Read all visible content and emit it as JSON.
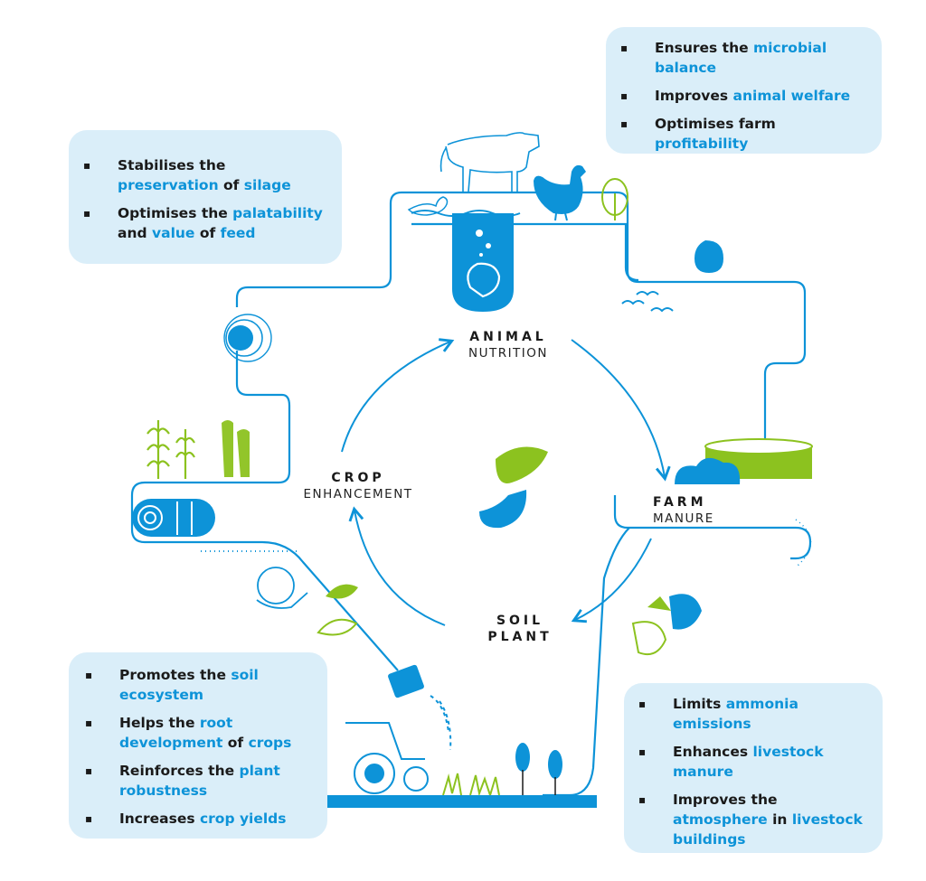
{
  "colors": {
    "blue": "#0d93d8",
    "green": "#8cc21f",
    "box": "#daeef9",
    "text": "#1a1a1a"
  },
  "boxes": {
    "animal_benefits": [
      [
        {
          "t": "Ensures the "
        },
        {
          "t": "microbial balance",
          "h": true
        }
      ],
      [
        {
          "t": "Improves "
        },
        {
          "t": "animal welfare",
          "h": true
        }
      ],
      [
        {
          "t": "Optimises farm "
        },
        {
          "t": "profitability",
          "h": true
        }
      ]
    ],
    "crop_benefits": [
      [
        {
          "t": "Stabilises the "
        },
        {
          "t": "preservation",
          "h": true
        },
        {
          "t": " of "
        },
        {
          "t": "silage",
          "h": true
        }
      ],
      [
        {
          "t": "Optimises the "
        },
        {
          "t": "palatability",
          "h": true
        },
        {
          "t": " and "
        },
        {
          "t": "value",
          "h": true
        },
        {
          "t": " of "
        },
        {
          "t": "feed",
          "h": true
        }
      ]
    ],
    "soil_benefits": [
      [
        {
          "t": "Promotes the "
        },
        {
          "t": "soil ecosystem",
          "h": true
        }
      ],
      [
        {
          "t": "Helps the "
        },
        {
          "t": "root development",
          "h": true
        },
        {
          "t": " of "
        },
        {
          "t": "crops",
          "h": true
        }
      ],
      [
        {
          "t": "Reinforces the "
        },
        {
          "t": "plant robustness",
          "h": true
        }
      ],
      [
        {
          "t": "Increases "
        },
        {
          "t": "crop yields",
          "h": true
        }
      ]
    ],
    "manure_benefits": [
      [
        {
          "t": "Limits "
        },
        {
          "t": "ammonia emissions",
          "h": true
        }
      ],
      [
        {
          "t": "Enhances "
        },
        {
          "t": "livestock manure",
          "h": true
        }
      ],
      [
        {
          "t": "Improves the "
        },
        {
          "t": "atmosphere",
          "h": true
        },
        {
          "t": " in "
        },
        {
          "t": "livestock buildings",
          "h": true
        }
      ]
    ]
  },
  "cycle": {
    "animal": {
      "strong": "ANIMAL",
      "light": "NUTRITION"
    },
    "farm": {
      "strong": "FARM",
      "light": "MANURE"
    },
    "soil": {
      "strong": "SOIL",
      "strong2": "PLANT"
    },
    "crop": {
      "strong": "CROP",
      "light": "ENHANCEMENT"
    }
  },
  "icons": [
    "cow-icon",
    "hen-icon",
    "duck-icon",
    "tree-icon",
    "shrimp-icon",
    "birds-icon",
    "drop-icon",
    "manure-tank-icon",
    "strawberries-icon",
    "hay-bale-icon",
    "wheat-icon",
    "apple-icon",
    "leaves-icon",
    "watering-can-icon",
    "tractor-icon",
    "corn-icon",
    "grass-icon",
    "logo-icon"
  ]
}
